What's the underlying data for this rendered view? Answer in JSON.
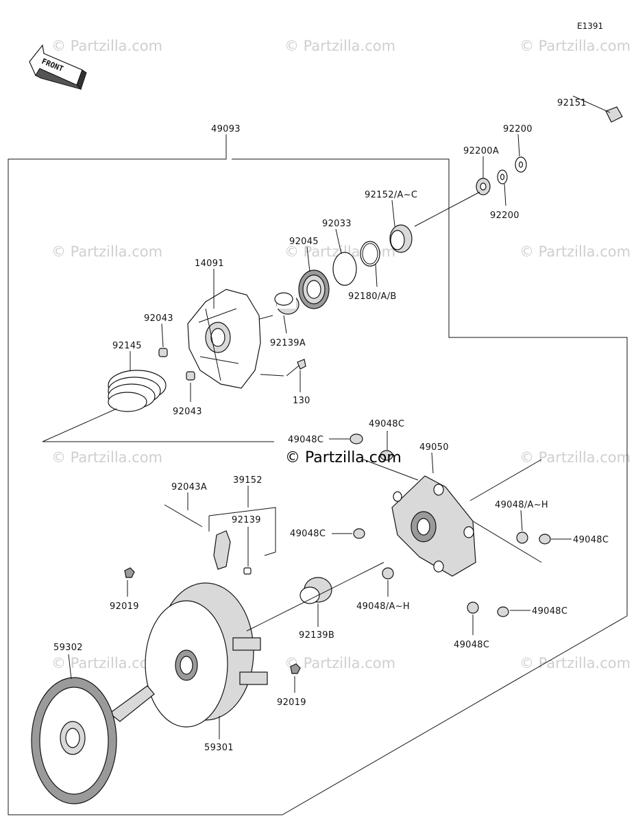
{
  "diagram_code": "E1391",
  "front_label": "FRONT",
  "watermark": "© Partzilla.com",
  "main_watermark": "© Partzilla.com",
  "labels": {
    "p49093": "49093",
    "p92151": "92151",
    "p92200_top": "92200",
    "p92200A": "92200A",
    "p92200_bot": "92200",
    "p92152": "92152/A~C",
    "p92033": "92033",
    "p92045": "92045",
    "p92180": "92180/A/B",
    "p14091": "14091",
    "p92043_top": "92043",
    "p92139A": "92139A",
    "p92145": "92145",
    "p92043_bot": "92043",
    "p130": "130",
    "p49048C_a": "49048C",
    "p49048C_b": "49048C",
    "p49050": "49050",
    "p92043A": "92043A",
    "p39152": "39152",
    "p92139": "92139",
    "p49048C_c": "49048C",
    "p49048AH_a": "49048/A~H",
    "p49048C_d": "49048C",
    "p92019_top": "92019",
    "p92139B": "92139B",
    "p49048AH_b": "49048/A~H",
    "p49048C_e": "49048C",
    "p49048C_f": "49048C",
    "p59302": "59302",
    "p92019_bot": "92019",
    "p59301": "59301"
  }
}
